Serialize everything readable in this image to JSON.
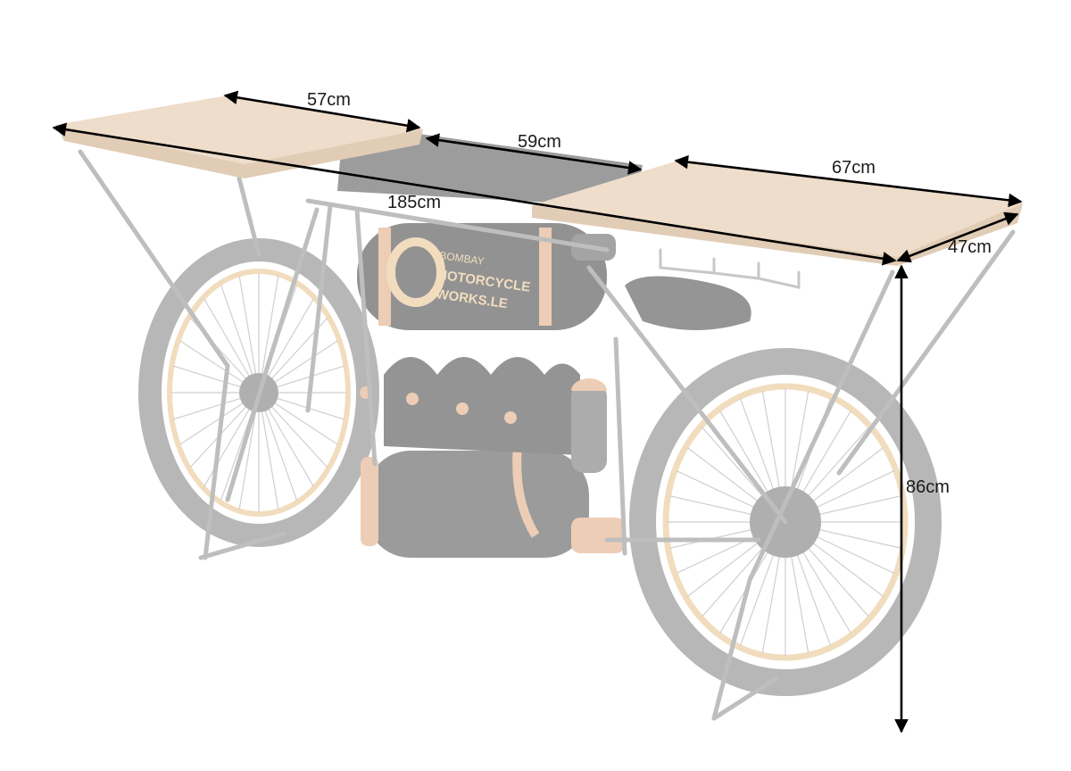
{
  "diagram": {
    "dimensions": {
      "left_top_width": "57cm",
      "middle_width": "59cm",
      "right_top_width": "67cm",
      "total_length": "185cm",
      "depth": "47cm",
      "height": "86cm"
    },
    "tank_text": {
      "line1": "BOMBAY",
      "line2": "MOTORCYCLE",
      "line3": "WORKS.LE"
    },
    "colors": {
      "wood": "#d9b895",
      "wood_edge": "#c9a37c",
      "metal": "#8f8f8f",
      "tire": "#9c9c9c",
      "rim_gold": "#e6c38a",
      "copper": "#e0a67a"
    }
  }
}
